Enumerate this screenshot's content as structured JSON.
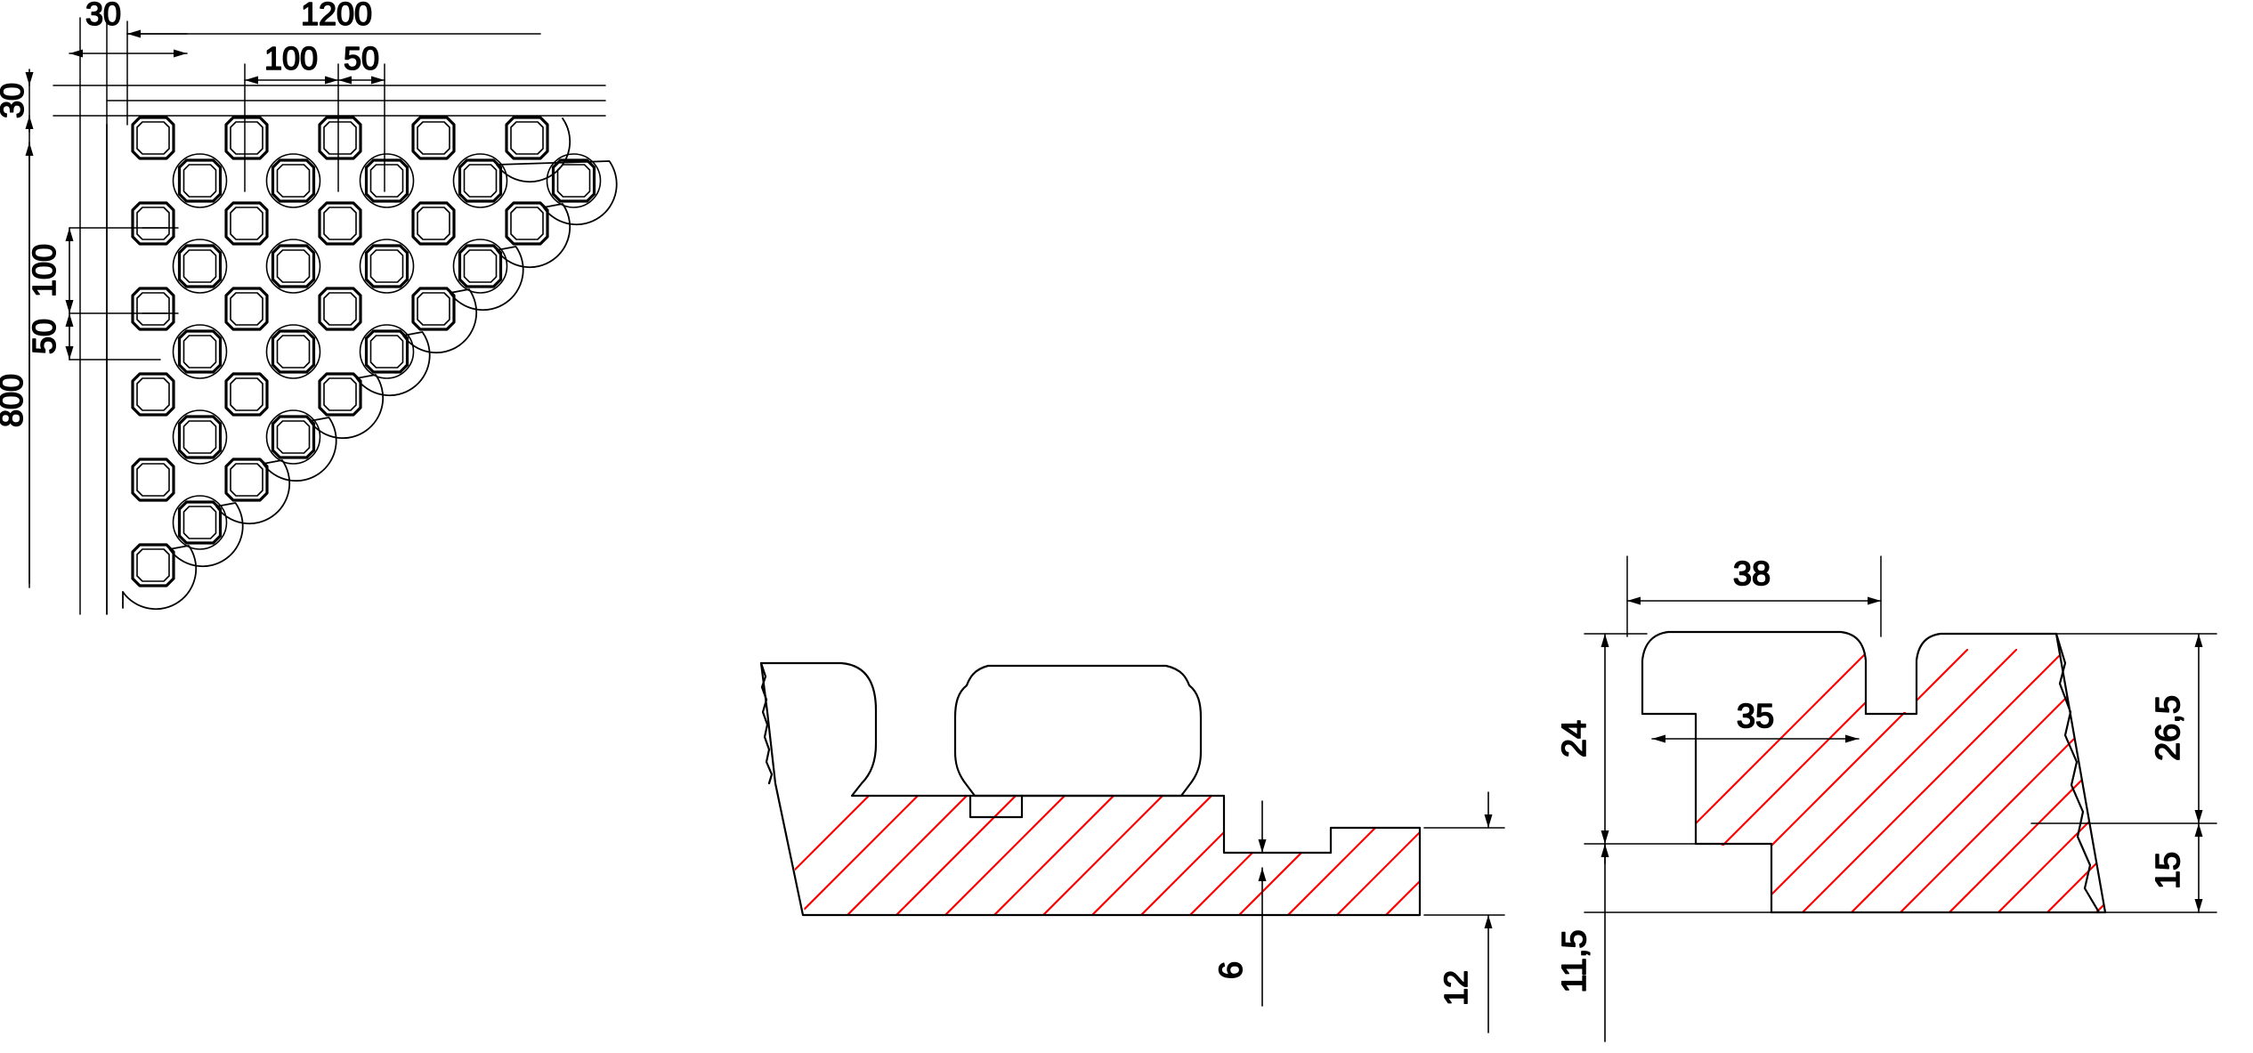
{
  "drawing": {
    "title": "Perforated grating plate - plan and sections",
    "line_color": "#000000",
    "hatch_color": "#ff0000",
    "background": "#ffffff",
    "units": "mm"
  },
  "plan_view": {
    "name": "plan-view",
    "description": "Triangular corner of perforated plate with square holes in circular recesses",
    "dimensions": {
      "edge_offset_x": {
        "value": "30",
        "label": "30"
      },
      "overall_width": {
        "value": "1200",
        "label": "1200"
      },
      "pitch_x": {
        "value": "100",
        "label": "100"
      },
      "half_pitch_x": {
        "value": "50",
        "label": "50"
      },
      "edge_offset_y": {
        "value": "30",
        "label": "30"
      },
      "pitch_y": {
        "value": "100",
        "label": "100"
      },
      "half_pitch_y": {
        "value": "50",
        "label": "50"
      },
      "overall_height": {
        "value": "800",
        "label": "800"
      }
    },
    "hole_rows": [
      {
        "row": 0,
        "kind": "square",
        "count": 5,
        "start_col": 0
      },
      {
        "row": 1,
        "kind": "circle",
        "count": 5,
        "start_col": 0
      },
      {
        "row": 2,
        "kind": "square",
        "count": 5,
        "start_col": 0
      },
      {
        "row": 3,
        "kind": "circle",
        "count": 4,
        "start_col": 0
      },
      {
        "row": 4,
        "kind": "square",
        "count": 4,
        "start_col": 0
      },
      {
        "row": 5,
        "kind": "circle",
        "count": 3,
        "start_col": 0
      },
      {
        "row": 6,
        "kind": "square",
        "count": 3,
        "start_col": 0
      },
      {
        "row": 7,
        "kind": "circle",
        "count": 2,
        "start_col": 0
      },
      {
        "row": 8,
        "kind": "square",
        "count": 2,
        "start_col": 0
      },
      {
        "row": 9,
        "kind": "circle",
        "count": 1,
        "start_col": 0
      },
      {
        "row": 10,
        "kind": "square",
        "count": 1,
        "start_col": 0
      }
    ]
  },
  "section_middle": {
    "name": "section-middle",
    "description": "Longitudinal cross-section of rail profile on base plate, red hatched",
    "dimensions": {
      "step_height": {
        "value": "6",
        "label": "6"
      },
      "plate_thickness": {
        "value": "12",
        "label": "12"
      }
    }
  },
  "section_right": {
    "name": "section-right",
    "description": "Transverse cross-section showing rib and rail seat, red hatched",
    "dimensions": {
      "rib_top_width": {
        "value": "38",
        "label": "38"
      },
      "rib_inner_width": {
        "value": "35",
        "label": "35"
      },
      "rib_height": {
        "value": "24",
        "label": "24"
      },
      "base_to_rib": {
        "value": "11,5",
        "label": "11,5"
      },
      "total_height": {
        "value": "26,5",
        "label": "26,5"
      },
      "plate_height": {
        "value": "15",
        "label": "15"
      }
    }
  }
}
